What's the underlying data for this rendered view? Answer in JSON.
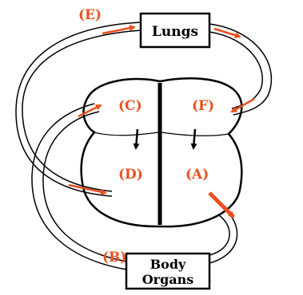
{
  "diagram": {
    "boxes": {
      "lungs": "Lungs",
      "body_line1": "Body",
      "body_line2": "Organs"
    },
    "markers": {
      "a": "(A)",
      "b": "(B)",
      "c": "(C)",
      "d": "(D)",
      "e": "(E)",
      "f": "(F)"
    }
  },
  "colors": {
    "background": "#ffffff",
    "outline": "#000000",
    "arrow": "#e8501e",
    "label": "#e8501e"
  }
}
